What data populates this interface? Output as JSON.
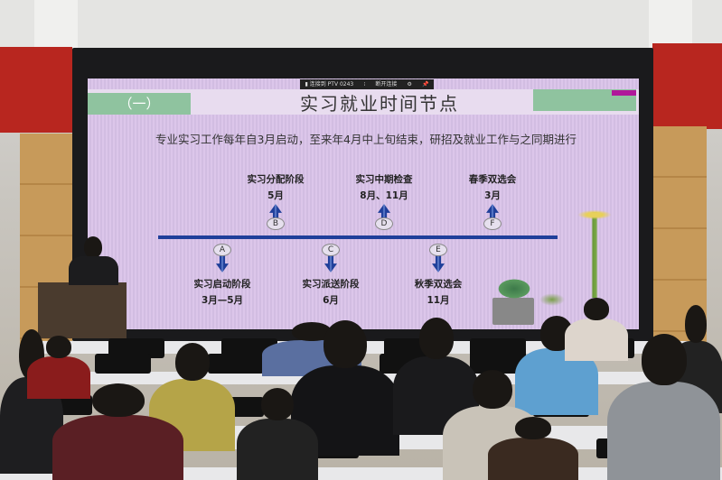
{
  "slide": {
    "section": "（一）",
    "title": "实习就业时间节点",
    "subtitle": "专业实习工作每年自3月启动，至来年4月中上旬结束，研招及就业工作与之同期进行",
    "toolbar": [
      "▮ 连接到 PTV 0243",
      "⁝",
      "断开连接",
      "⚙",
      "📌"
    ],
    "milestones": [
      {
        "letter": "A",
        "name": "实习启动阶段",
        "time": "3月—5月",
        "dir": "down"
      },
      {
        "letter": "B",
        "name": "实习分配阶段",
        "time": "5月",
        "dir": "up"
      },
      {
        "letter": "C",
        "name": "实习派送阶段",
        "time": "6月",
        "dir": "down"
      },
      {
        "letter": "D",
        "name": "实习中期检查",
        "time": "8月、11月",
        "dir": "up"
      },
      {
        "letter": "E",
        "name": "秋季双选会",
        "time": "11月",
        "dir": "down"
      },
      {
        "letter": "F",
        "name": "春季双选会",
        "time": "3月",
        "dir": "up"
      }
    ]
  },
  "colors": {
    "accent": "#1f3f9a",
    "slide_bg": "#dcc6ea",
    "green": "#8fc39f",
    "wall_red": "#b8261f"
  }
}
